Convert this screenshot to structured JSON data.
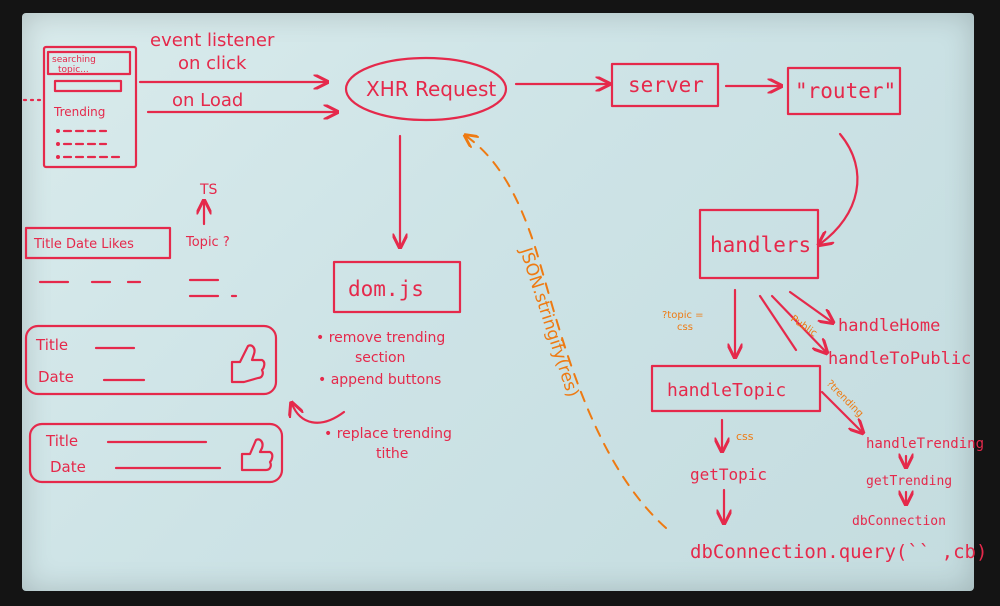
{
  "labels": {
    "event_listener": "event listener",
    "on_click": "on click",
    "on_load": "on Load",
    "xhr_request": "XHR Request",
    "server": "server",
    "router": "\"router\"",
    "handlers": "handlers",
    "handle_home": "handleHome",
    "handle_public": "handleToPublic",
    "handle_topic": "handleTopic",
    "handle_trending": "handleTrending",
    "get_trending": "getTrending",
    "db_connection_small": "dbConnection",
    "get_topic": "getTopic",
    "db_query": "dbConnection.query(`` ,cb)",
    "dom_js": "dom.js",
    "dom_notes": [
      "• remove trending",
      "section",
      "• append buttons",
      "• replace trending",
      "tithe"
    ],
    "json_stringify": "JSON.stringify(res)",
    "topic_css": [
      "?topic =",
      "css"
    ],
    "css_edge": "css",
    "public_edge": "Public",
    "trending_edge": "?trending",
    "ts": "TS",
    "topic_q": "Topic ?",
    "header_row": "Title Date Likes",
    "card_title": "Title",
    "card_date": "Date",
    "sketch_search": [
      "searching",
      "topic..."
    ],
    "sketch_trending": "Trending"
  },
  "colors": {
    "ink": "#e5294b",
    "orange": "#ee7a12",
    "board": "#cfe4e6"
  }
}
